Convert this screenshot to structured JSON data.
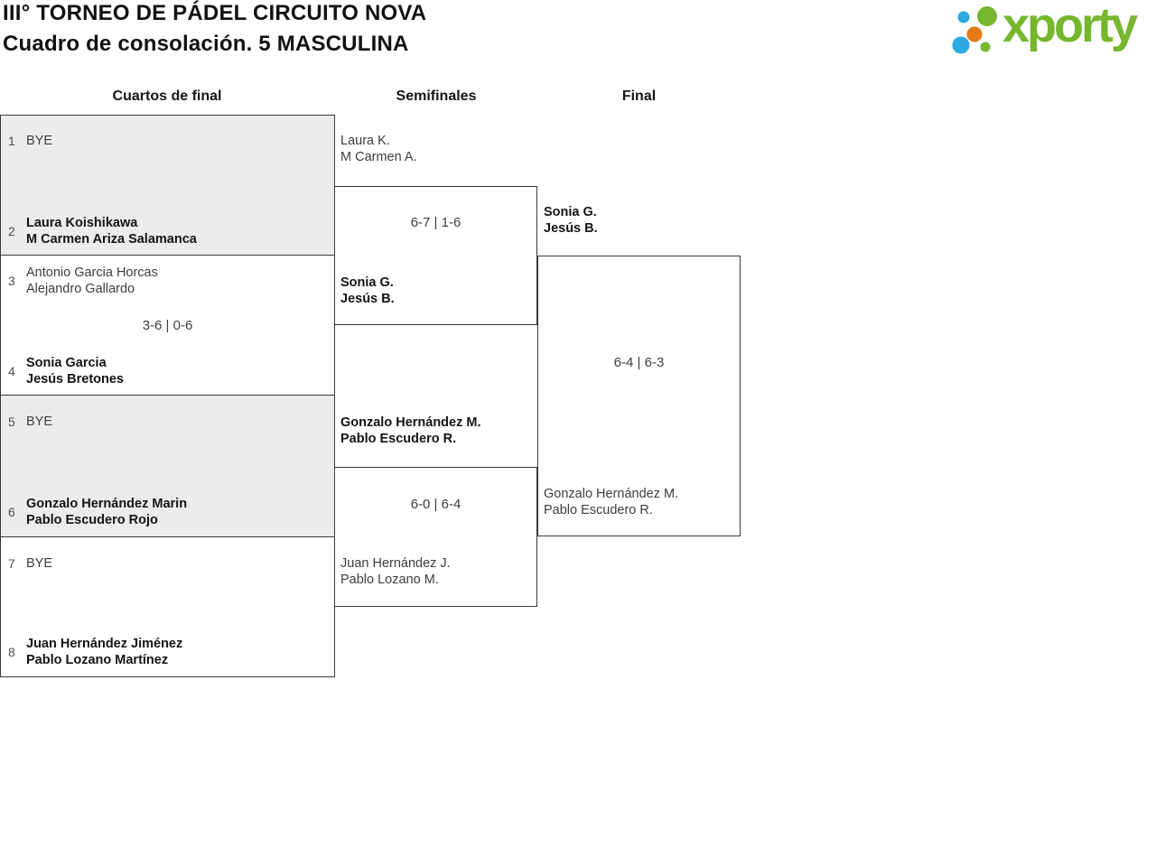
{
  "page": {
    "title": "III° TORNEO DE PÁDEL CIRCUITO NOVA",
    "subtitle": "Cuadro de consolación. 5 MASCULINA"
  },
  "logo": {
    "wordmark": "xporty",
    "green": "#76b72e",
    "blue": "#2ba9e0",
    "orange": "#e67817"
  },
  "round_headers": [
    "Cuartos de final",
    "Semifinales",
    "Final"
  ],
  "bracket": {
    "quarterfinals": [
      {
        "shaded": true,
        "score": "",
        "top": {
          "seed": "1",
          "lines": [
            "BYE"
          ],
          "winner": false
        },
        "bottom": {
          "seed": "2",
          "lines": [
            "Laura Koishikawa",
            "M Carmen Ariza Salamanca"
          ],
          "winner": true
        }
      },
      {
        "shaded": false,
        "score": "3-6 | 0-6",
        "top": {
          "seed": "3",
          "lines": [
            "Antonio Garcia Horcas",
            "Alejandro Gallardo"
          ],
          "winner": false
        },
        "bottom": {
          "seed": "4",
          "lines": [
            "Sonia Garcia",
            "Jesús Bretones"
          ],
          "winner": true
        }
      },
      {
        "shaded": true,
        "score": "",
        "top": {
          "seed": "5",
          "lines": [
            "BYE"
          ],
          "winner": false
        },
        "bottom": {
          "seed": "6",
          "lines": [
            "Gonzalo Hernández Marin",
            "Pablo Escudero Rojo"
          ],
          "winner": true
        }
      },
      {
        "shaded": false,
        "score": "",
        "top": {
          "seed": "7",
          "lines": [
            "BYE"
          ],
          "winner": false
        },
        "bottom": {
          "seed": "8",
          "lines": [
            "Juan Hernández Jiménez",
            "Pablo Lozano Martínez"
          ],
          "winner": true
        }
      }
    ],
    "semifinals": [
      {
        "score": "6-7 | 1-6",
        "top": {
          "lines": [
            "Laura K.",
            "M Carmen A."
          ],
          "winner": false
        },
        "bottom": {
          "lines": [
            "Sonia G.",
            "Jesús B."
          ],
          "winner": true
        }
      },
      {
        "score": "6-0 | 6-4",
        "top": {
          "lines": [
            "Gonzalo Hernández M.",
            "Pablo Escudero R."
          ],
          "winner": true
        },
        "bottom": {
          "lines": [
            "Juan Hernández J.",
            "Pablo Lozano M."
          ],
          "winner": false
        }
      }
    ],
    "final": {
      "score": "6-4 | 6-3",
      "top": {
        "lines": [
          "Sonia G.",
          "Jesús B."
        ],
        "winner": true
      },
      "bottom": {
        "lines": [
          "Gonzalo Hernández M.",
          "Pablo Escudero R."
        ],
        "winner": false
      }
    }
  }
}
